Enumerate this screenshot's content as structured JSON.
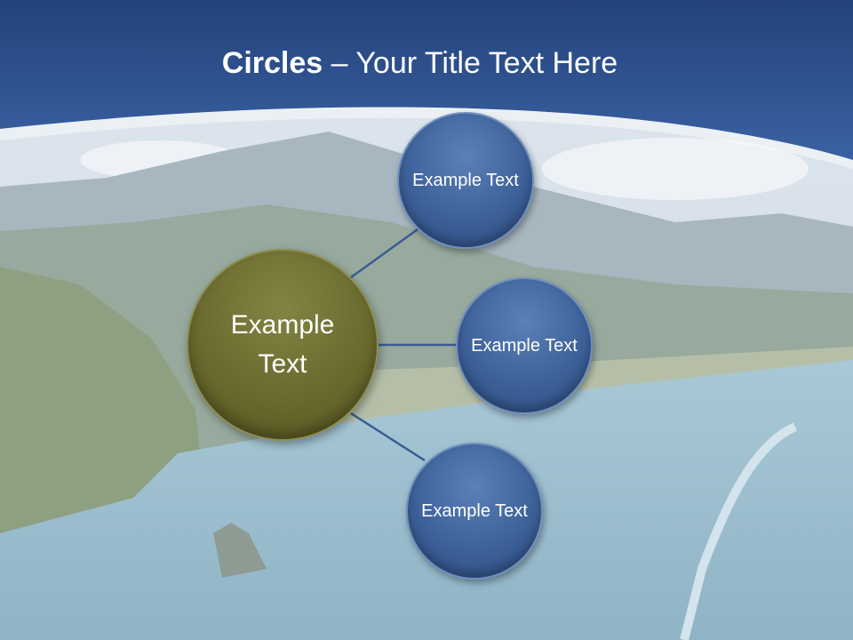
{
  "title": {
    "bold": "Circles",
    "rest": " – Your Title Text Here"
  },
  "center": {
    "label": "Example Text",
    "color": "#6b6a2f"
  },
  "nodes": [
    {
      "label": "Example Text"
    },
    {
      "label": "Example Text"
    },
    {
      "label": "Example Text"
    }
  ],
  "colors": {
    "header": "#2f5597",
    "node": "#3d6199",
    "connector": "#3a5c95"
  }
}
